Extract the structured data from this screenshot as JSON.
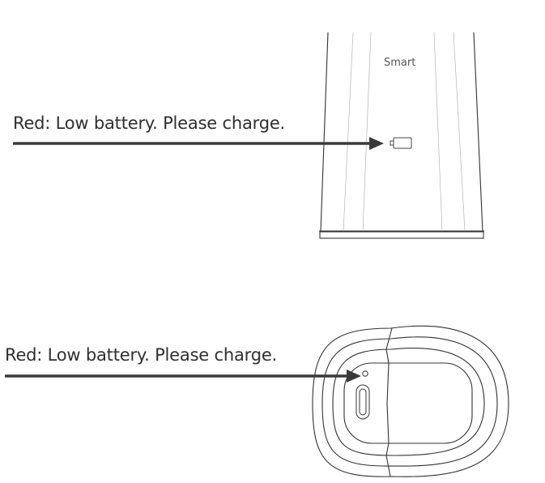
{
  "top_callout": {
    "text": "Red: Low battery. Please charge."
  },
  "bottom_callout": {
    "text": "Red: Low battery. Please charge."
  },
  "device_front": {
    "brand_text": "Smart"
  },
  "icons": [
    "battery-icon",
    "arrow-icon",
    "usb-c-port-icon",
    "led-indicator-icon"
  ],
  "colors": {
    "line": "#333333",
    "arrow": "#3a3a3a",
    "text": "#2f2f2f"
  }
}
